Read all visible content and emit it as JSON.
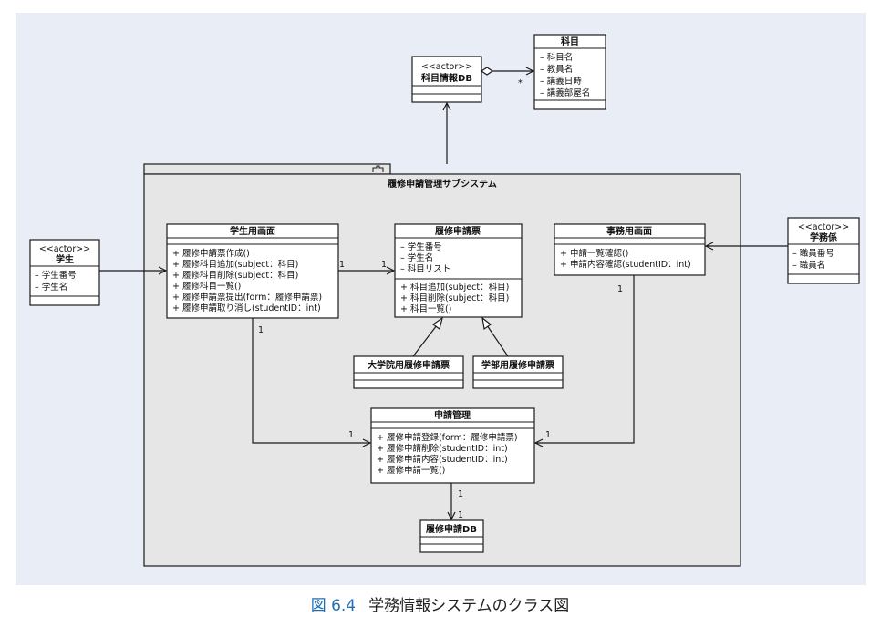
{
  "package": {
    "title": "履修申請管理サブシステム"
  },
  "stereotype_actor": "<<actor>>",
  "classes": {
    "kamoku_db": {
      "title": "科目情報DB"
    },
    "kamoku": {
      "title": "科目",
      "attributes": [
        "– 科目名",
        "– 教員名",
        "– 講義日時",
        "– 講義部屋名"
      ]
    },
    "gakusei": {
      "title": "学生",
      "attributes": [
        "– 学生番号",
        "– 学生名"
      ]
    },
    "gakusei_gamen": {
      "title": "学生用画面",
      "operations": [
        "+ 履修申請票作成()",
        "+ 履修科目追加(subject：科目)",
        "+ 履修科目削除(subject：科目)",
        "+ 履修科目一覧()",
        "+ 履修申請票提出(form：履修申請票)",
        "+ 履修申請取り消し(studentID：int)"
      ]
    },
    "rishu_hyo": {
      "title": "履修申請票",
      "attributes": [
        "– 学生番号",
        "– 学生名",
        "– 科目リスト"
      ],
      "operations": [
        "+ 科目追加(subject：科目)",
        "+ 科目削除(subject：科目)",
        "+ 科目一覧()"
      ]
    },
    "jimu_gamen": {
      "title": "事務用画面",
      "operations": [
        "+ 申請一覧確認()",
        "+ 申請内容確認(studentID：int)"
      ]
    },
    "gakumu": {
      "title": "学務係",
      "attributes": [
        "– 職員番号",
        "– 職員名"
      ]
    },
    "daigakuin_hyo": {
      "title": "大学院用履修申請票"
    },
    "gakubu_hyo": {
      "title": "学部用履修申請票"
    },
    "shinsei_kanri": {
      "title": "申請管理",
      "operations": [
        "+ 履修申請登録(form：履修申請票)",
        "+ 履修申請削除(studentID：int)",
        "+ 履修申請内容(studentID：int)",
        "+ 履修申請一覧()"
      ]
    },
    "rishu_db": {
      "title": "履修申請DB"
    }
  },
  "multiplicities": {
    "db_star": "*",
    "gamen_hyo_left": "1",
    "gamen_hyo_right": "1",
    "gamen_down": "1",
    "kanri_left": "1",
    "jimu_down": "1",
    "kanri_right": "1",
    "kanri_bottom": "1",
    "db_top": "1"
  },
  "caption": {
    "number": "図 6.4",
    "text": "学務情報システムのクラス図"
  }
}
